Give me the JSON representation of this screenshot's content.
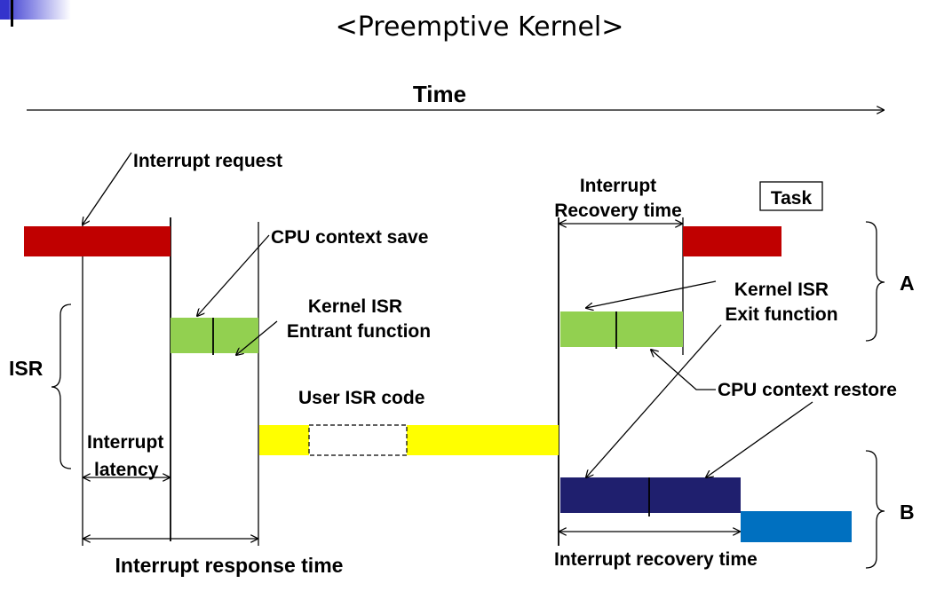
{
  "title": "<Preemptive Kernel>",
  "time_label": "Time",
  "labels": {
    "interrupt_request": "Interrupt request",
    "cpu_context_save": "CPU context save",
    "kernel_isr_entrant_line1": "Kernel ISR",
    "kernel_isr_entrant_line2": "Entrant function",
    "user_isr_code": "User ISR code",
    "isr": "ISR",
    "interrupt_latency_line1": "Interrupt",
    "interrupt_latency_line2": "latency",
    "interrupt_response_time": "Interrupt response time",
    "interrupt_recovery_top_line1": "Interrupt",
    "interrupt_recovery_top_line2": "Recovery time",
    "task": "Task",
    "kernel_isr_exit_line1": "Kernel ISR",
    "kernel_isr_exit_line2": "Exit function",
    "cpu_context_restore": "CPU context restore",
    "interrupt_recovery_bottom": "Interrupt recovery time",
    "group_a": "A",
    "group_b": "B"
  },
  "colors": {
    "task_bar": "#c00000",
    "kernel_bar": "#92d050",
    "user_isr_bar": "#ffff00",
    "restore_bar": "#1f1f6e",
    "next_task_bar": "#0070c0",
    "logo_blue": "#3333cc"
  }
}
